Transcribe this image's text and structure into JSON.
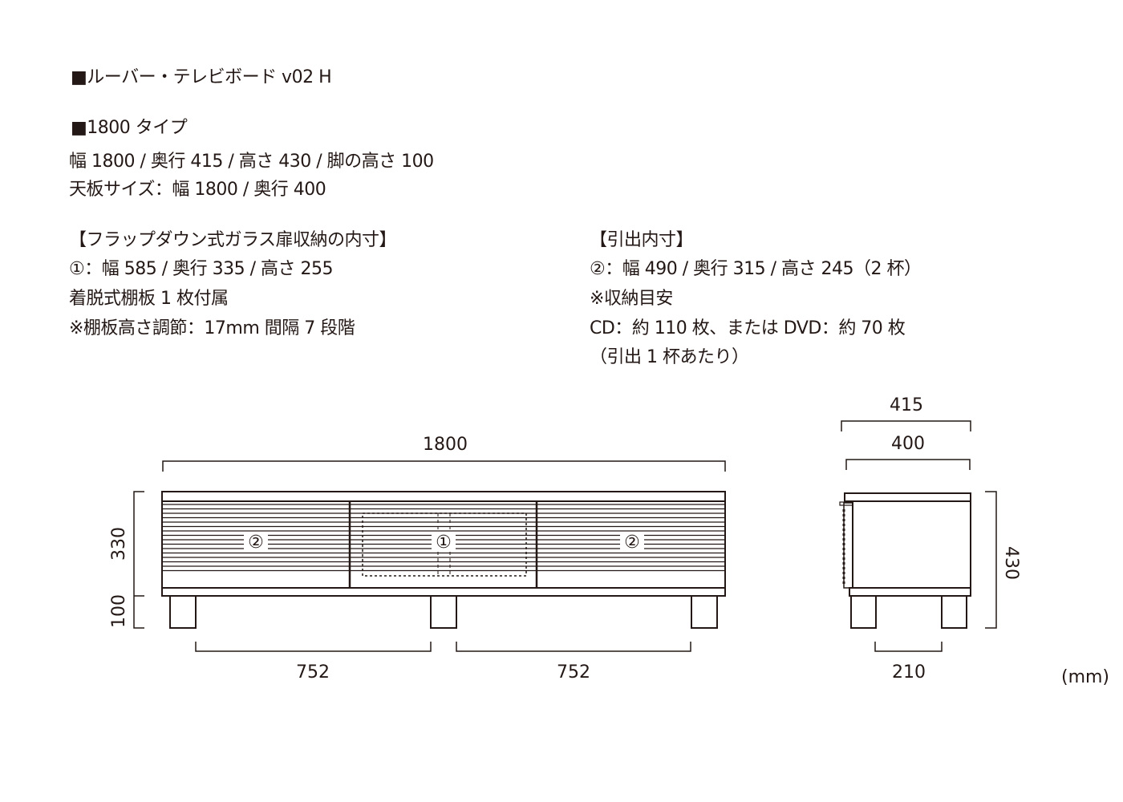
{
  "title": "■ルーバー・テレビボード v02 H",
  "type_heading": "■1800 タイプ",
  "spec_lines": [
    "幅 1800 / 奥行 415 / 高さ 430 / 脚の高さ 100",
    "天板サイズ：幅 1800 / 奥行 400"
  ],
  "glass_storage": {
    "heading": "【フラップダウン式ガラス扉収納の内寸】",
    "lines": [
      "①：幅 585 / 奥行 335 / 高さ 255",
      "着脱式棚板 1 枚付属",
      "※棚板高さ調節：17mm 間隔 7 段階"
    ]
  },
  "drawer": {
    "heading": "【引出内寸】",
    "lines": [
      "②：幅 490 / 奥行 315 / 高さ 245（2 杯）",
      "※収納目安",
      "CD：約 110 枚、または DVD：約 70 枚",
      "（引出 1 杯あたり）"
    ]
  },
  "drawing": {
    "front": {
      "width_label": "1800",
      "body_height_label": "330",
      "leg_height_label": "100",
      "leg_span_left": "752",
      "leg_span_right": "752",
      "marker_left": "②",
      "marker_center": "①",
      "marker_right": "②"
    },
    "side": {
      "depth_label": "415",
      "top_depth_label": "400",
      "height_label": "430",
      "leg_span_label": "210"
    },
    "unit": "(mm)"
  }
}
